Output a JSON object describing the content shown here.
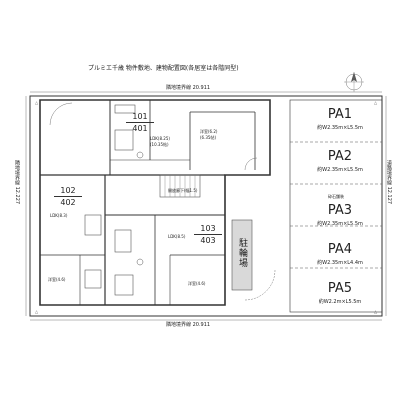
{
  "title": "プルミエ千歳 物件敷地、建物配置図(各居室は各階同型)",
  "boundaries": {
    "top": "隣地境界線 20.911",
    "bottom": "隣地境界線 20.911",
    "left": "隣地境界線 12.227",
    "right": "道路境界線 12.127"
  },
  "units": [
    {
      "line1": "101",
      "line2": "401"
    },
    {
      "line1": "102",
      "line2": "402"
    },
    {
      "line1": "103",
      "line2": "403"
    }
  ],
  "rooms": [
    {
      "name": "LDK(8.25)",
      "sub": "(10.35帖)"
    },
    {
      "name": "洋室(6.2)",
      "sub": "(6.35帖)"
    },
    {
      "name": "LDK(8.3)",
      "sub": ""
    },
    {
      "name": "洋室(4.6)",
      "sub": ""
    },
    {
      "name": "LDK(8.5)",
      "sub": ""
    },
    {
      "name": "洋室(4.6)",
      "sub": ""
    }
  ],
  "corridor_label": "開放廊下(幅1.5)",
  "parking_area_label": "駐輪場",
  "pavement_note": "砕石舗装",
  "parking": [
    {
      "name": "PA1",
      "size": "約W2.35m×L5.5m"
    },
    {
      "name": "PA2",
      "size": "約W2.35m×L5.5m"
    },
    {
      "name": "PA3",
      "size": "約W2.35m×L5.5m"
    },
    {
      "name": "PA4",
      "size": "約W2.35m×L4.4m"
    },
    {
      "name": "PA5",
      "size": "約W2.2m×L5.5m"
    }
  ],
  "colors": {
    "line": "#333333",
    "thin": "#777777",
    "paper": "#ffffff"
  }
}
